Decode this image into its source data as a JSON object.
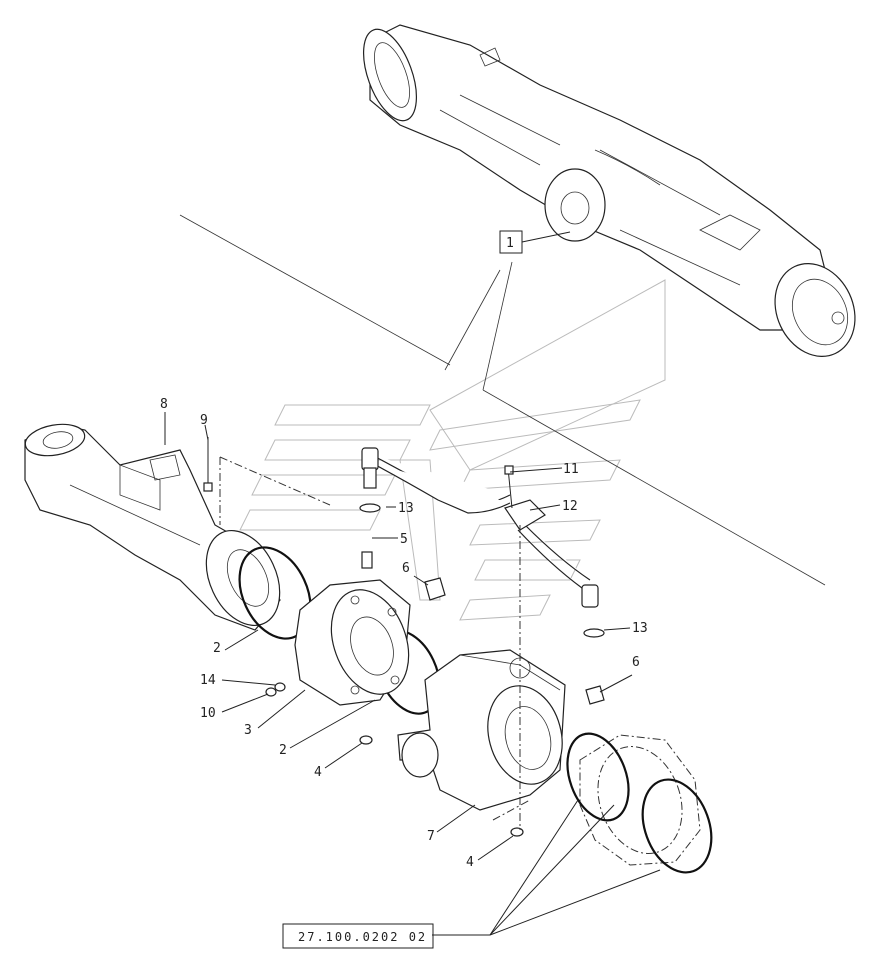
{
  "diagram": {
    "callouts": {
      "c1": "1",
      "c2a": "2",
      "c2b": "2",
      "c3": "3",
      "c4a": "4",
      "c4b": "4",
      "c5": "5",
      "c6a": "6",
      "c6b": "6",
      "c7": "7",
      "c8": "8",
      "c9": "9",
      "c10": "10",
      "c11": "11",
      "c12": "12",
      "c13a": "13",
      "c13b": "13",
      "c14": "14"
    },
    "reference_box": "27.100.0202 02"
  }
}
